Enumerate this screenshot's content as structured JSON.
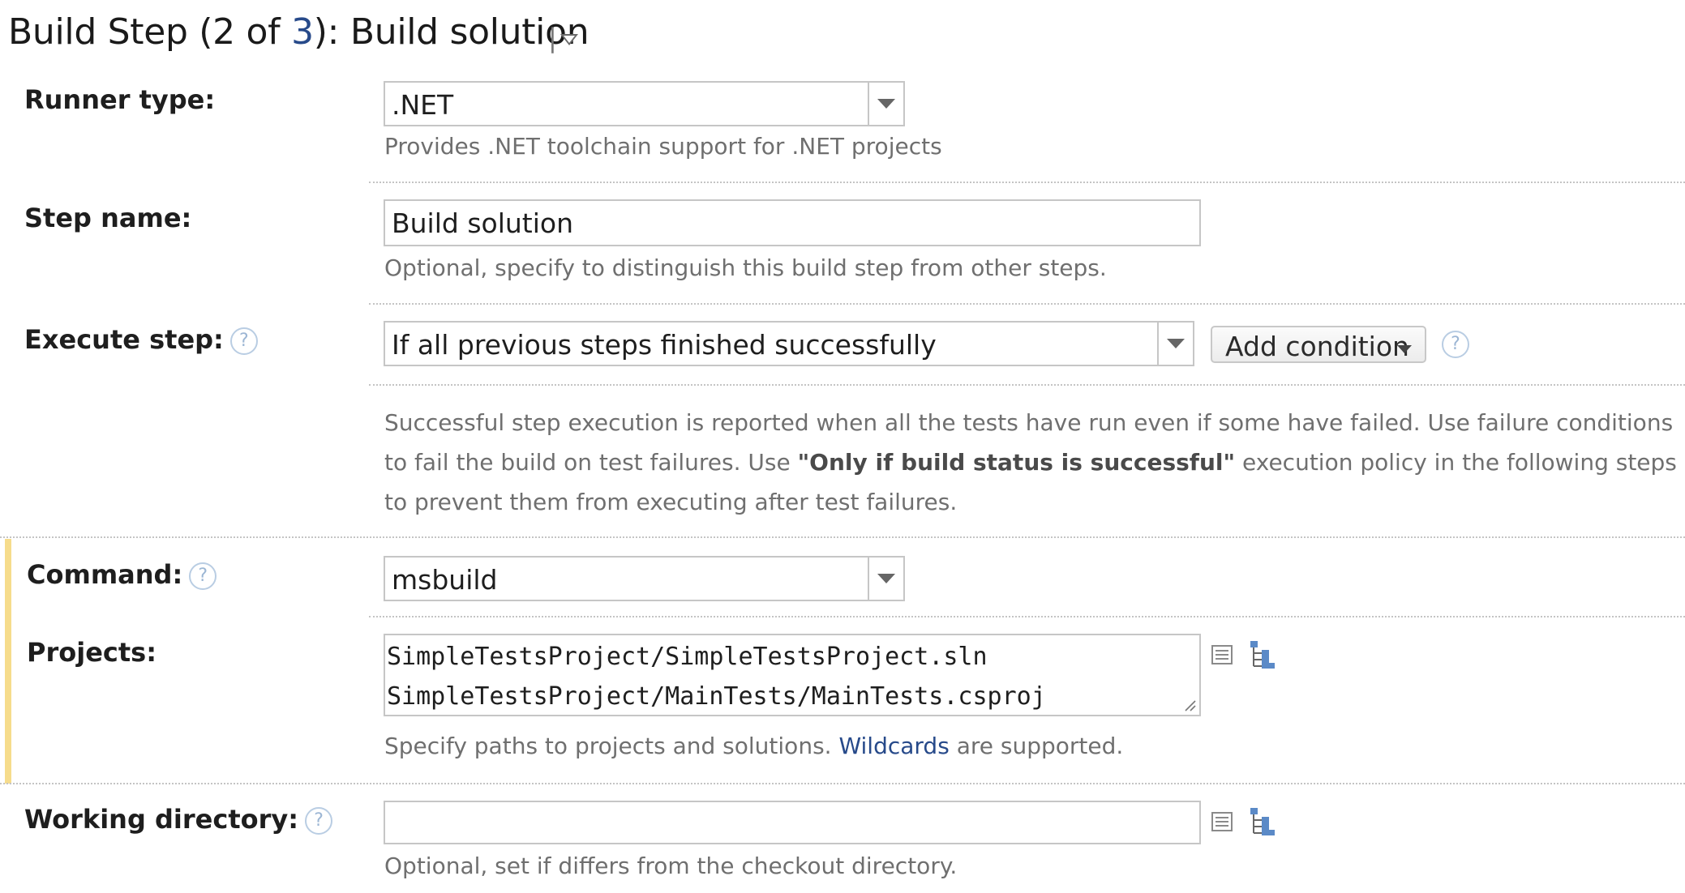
{
  "header": {
    "title_prefix": "Build Step (2 of ",
    "title_link": "3",
    "title_suffix": "): Build solution",
    "separator": "|"
  },
  "runner_type": {
    "label": "Runner type:",
    "value": ".NET",
    "hint": "Provides .NET toolchain support for .NET projects"
  },
  "step_name": {
    "label": "Step name:",
    "value": "Build solution",
    "hint": "Optional, specify to distinguish this build step from other steps."
  },
  "execute_step": {
    "label": "Execute step:",
    "help": "?",
    "value": "If all previous steps finished successfully",
    "add_condition_label": "Add condition",
    "note_part1": "Successful step execution is reported when all the tests have run even if some have failed. Use failure conditions to fail the build on test failures. Use ",
    "note_bold": "\"Only if build status is successful\"",
    "note_part2": " execution policy in the following steps to prevent them from executing after test failures."
  },
  "command": {
    "label": "Command:",
    "help": "?",
    "value": "msbuild"
  },
  "projects": {
    "label": "Projects:",
    "lines": [
      "SimpleTestsProject/SimpleTestsProject.sln",
      "SimpleTestsProject/MainTests/MainTests.csproj"
    ],
    "hint_prefix": "Specify paths to projects and solutions. ",
    "hint_link": "Wildcards",
    "hint_suffix": " are supported."
  },
  "working_directory": {
    "label": "Working directory:",
    "help": "?",
    "value": "",
    "hint": "Optional, set if differs from the checkout directory."
  },
  "colors": {
    "accent_bar": "#f6dc8c",
    "link": "#274a8a",
    "help_icon": "#b9cde3",
    "tree_icon": "#5b8ac7"
  }
}
